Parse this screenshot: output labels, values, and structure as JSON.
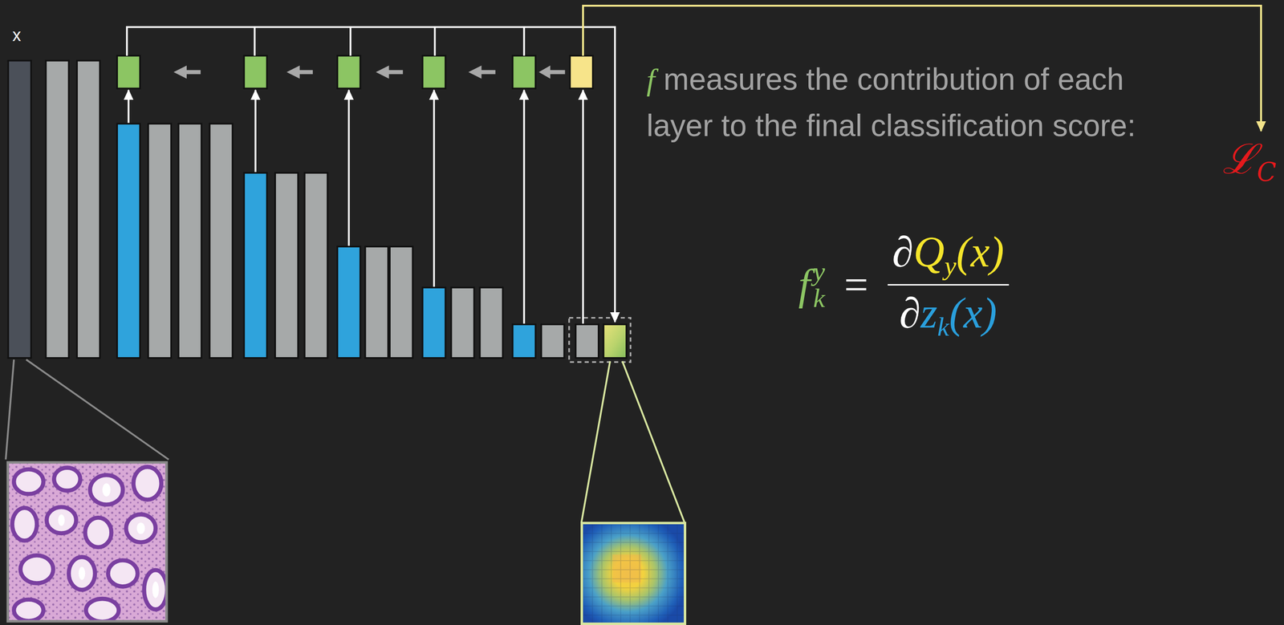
{
  "diagram": {
    "labels": [
      "x",
      "f",
      "measures the contribution of each layer to the final classification score:",
      "ℒ",
      "C",
      "f",
      "y",
      "k",
      "=",
      "∂",
      "Q",
      "y",
      "(x)",
      "∂",
      "z",
      "k",
      "(x)"
    ]
  }
}
